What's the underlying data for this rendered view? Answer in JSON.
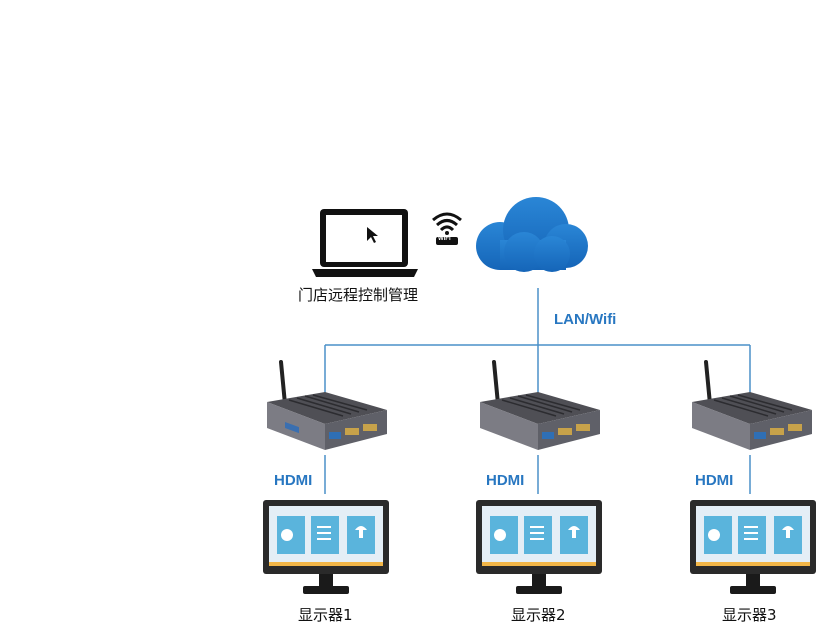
{
  "laptop": {
    "label": "门店远程控制管理",
    "icon": "laptop-icon"
  },
  "wifi": {
    "badge": "WiFi",
    "icon": "wifi-icon"
  },
  "cloud": {
    "icon": "cloud-icon",
    "color": "#1a73c8"
  },
  "network": {
    "label": "LAN/Wifi",
    "line_color": "#4a90c8"
  },
  "players": [
    {
      "link_label": "HDMI",
      "display_label": "显示器1"
    },
    {
      "link_label": "HDMI",
      "display_label": "显示器2"
    },
    {
      "link_label": "HDMI",
      "display_label": "显示器3"
    }
  ],
  "colors": {
    "accent": "#2877c1",
    "monitor_frame": "#2a2a2a",
    "screen_bg": "#e4eef6",
    "tile": "#5ab4dc",
    "screen_bar": "#f2b648"
  }
}
